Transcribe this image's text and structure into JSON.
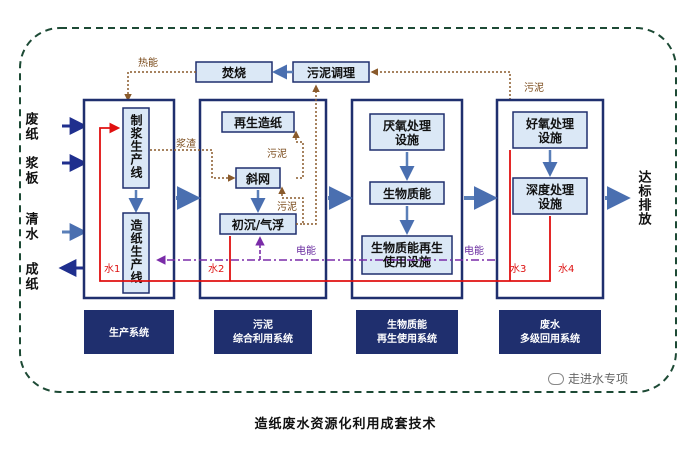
{
  "inputs": {
    "waste_paper": "废纸",
    "pulp_board": "浆板",
    "clean_water": "清水",
    "finished_paper": "成纸"
  },
  "output_label": "达标排放",
  "top": {
    "incineration": "焚烧",
    "sludge_conditioning": "污泥调理",
    "heat_label": "热能",
    "sludge_label_top": "污泥"
  },
  "production": {
    "pulping": "制浆生产线",
    "papermaking": "造纸生产线",
    "residue_label": "浆渣"
  },
  "sludge_system": {
    "recycled_paper": "再生造纸",
    "inclined_screen": "斜网",
    "primary_flotation": "初沉/气浮",
    "sludge_label_a": "污泥",
    "sludge_label_b": "污泥"
  },
  "bio_system": {
    "anaerobic": "厌氧处理设施",
    "biogas": "生物质能",
    "reuse": "生物质能再生使用设施"
  },
  "water_system": {
    "aerobic": "好氧处理设施",
    "advanced": "深度处理设施"
  },
  "flows": {
    "water1": "水1",
    "water2": "水2",
    "water3": "水3",
    "water4": "水4",
    "electric_a": "电能",
    "electric_b": "电能"
  },
  "systems": [
    {
      "line1": "生产系统",
      "line2": ""
    },
    {
      "line1": "污泥",
      "line2": "综合利用系统"
    },
    {
      "line1": "生物质能",
      "line2": "再生使用系统"
    },
    {
      "line1": "废水",
      "line2": "多级回用系统"
    }
  ],
  "caption": "造纸废水资源化利用成套技术",
  "watermark": "走进水专项",
  "colors": {
    "navy": "#1f2f6e",
    "box_fill": "#dbe8f6",
    "arrow_blue": "#5a7fb8",
    "red": "#e01010",
    "brown": "#8a5a2b",
    "purple": "#7a2ca8",
    "dash_green": "#1d4a35"
  }
}
